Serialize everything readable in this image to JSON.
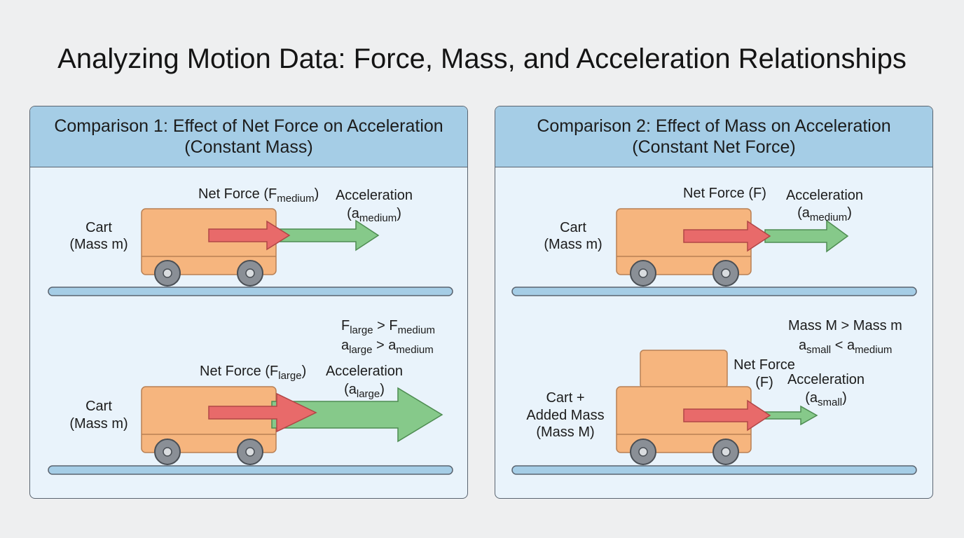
{
  "title": "Analyzing Motion Data: Force, Mass, and Acceleration Relationships",
  "panel1": {
    "header_line1": "Comparison 1: Effect of Net Force on Acceleration",
    "header_line2": "(Constant Mass)",
    "top": {
      "cart_label": "Cart",
      "mass_label": "(Mass m)",
      "force_label_prefix": "Net Force (F",
      "force_label_sub": "medium",
      "force_label_suffix": ")",
      "accel_label": "Acceleration",
      "accel_sym_prefix": "(a",
      "accel_sym_sub": "medium",
      "accel_sym_suffix": ")"
    },
    "bottom": {
      "cart_label": "Cart",
      "mass_label": "(Mass m)",
      "force_label_prefix": "Net Force (F",
      "force_label_sub": "large",
      "force_label_suffix": ")",
      "accel_label": "Acceleration",
      "accel_sym_prefix": "(a",
      "accel_sym_sub": "large",
      "accel_sym_suffix": ")",
      "relation1": {
        "lhs": "F",
        "lhs_sub": "large",
        "op": " > ",
        "rhs": "F",
        "rhs_sub": "medium"
      },
      "relation2": {
        "lhs": "a",
        "lhs_sub": "large",
        "op": " > ",
        "rhs": "a",
        "rhs_sub": "medium"
      }
    }
  },
  "panel2": {
    "header_line1": "Comparison 2: Effect of Mass on Acceleration",
    "header_line2": "(Constant Net Force)",
    "top": {
      "cart_label": "Cart",
      "mass_label": "(Mass m)",
      "force_label": "Net Force (F)",
      "accel_label": "Acceleration",
      "accel_sym_prefix": "(a",
      "accel_sym_sub": "medium",
      "accel_sym_suffix": ")"
    },
    "bottom": {
      "cart_label_line1": "Cart +",
      "cart_label_line2": "Added Mass",
      "cart_label_line3": "(Mass M)",
      "force_label_line1": "Net Force",
      "force_label_line2": "(F)",
      "accel_label": "Acceleration",
      "accel_sym_prefix": "(a",
      "accel_sym_sub": "small",
      "accel_sym_suffix": ")",
      "relation1": {
        "text": "Mass M > Mass m"
      },
      "relation2": {
        "lhs": "a",
        "lhs_sub": "small",
        "op": " < ",
        "rhs": "a",
        "rhs_sub": "medium"
      }
    }
  },
  "colors": {
    "cart": "#f6b57e",
    "cart_outline": "#b88054",
    "force_arrow": "#e86a6a",
    "accel_arrow": "#86c98a",
    "track": "#a5cde6",
    "wheel": "#8a8f96",
    "header": "#a5cde6"
  }
}
